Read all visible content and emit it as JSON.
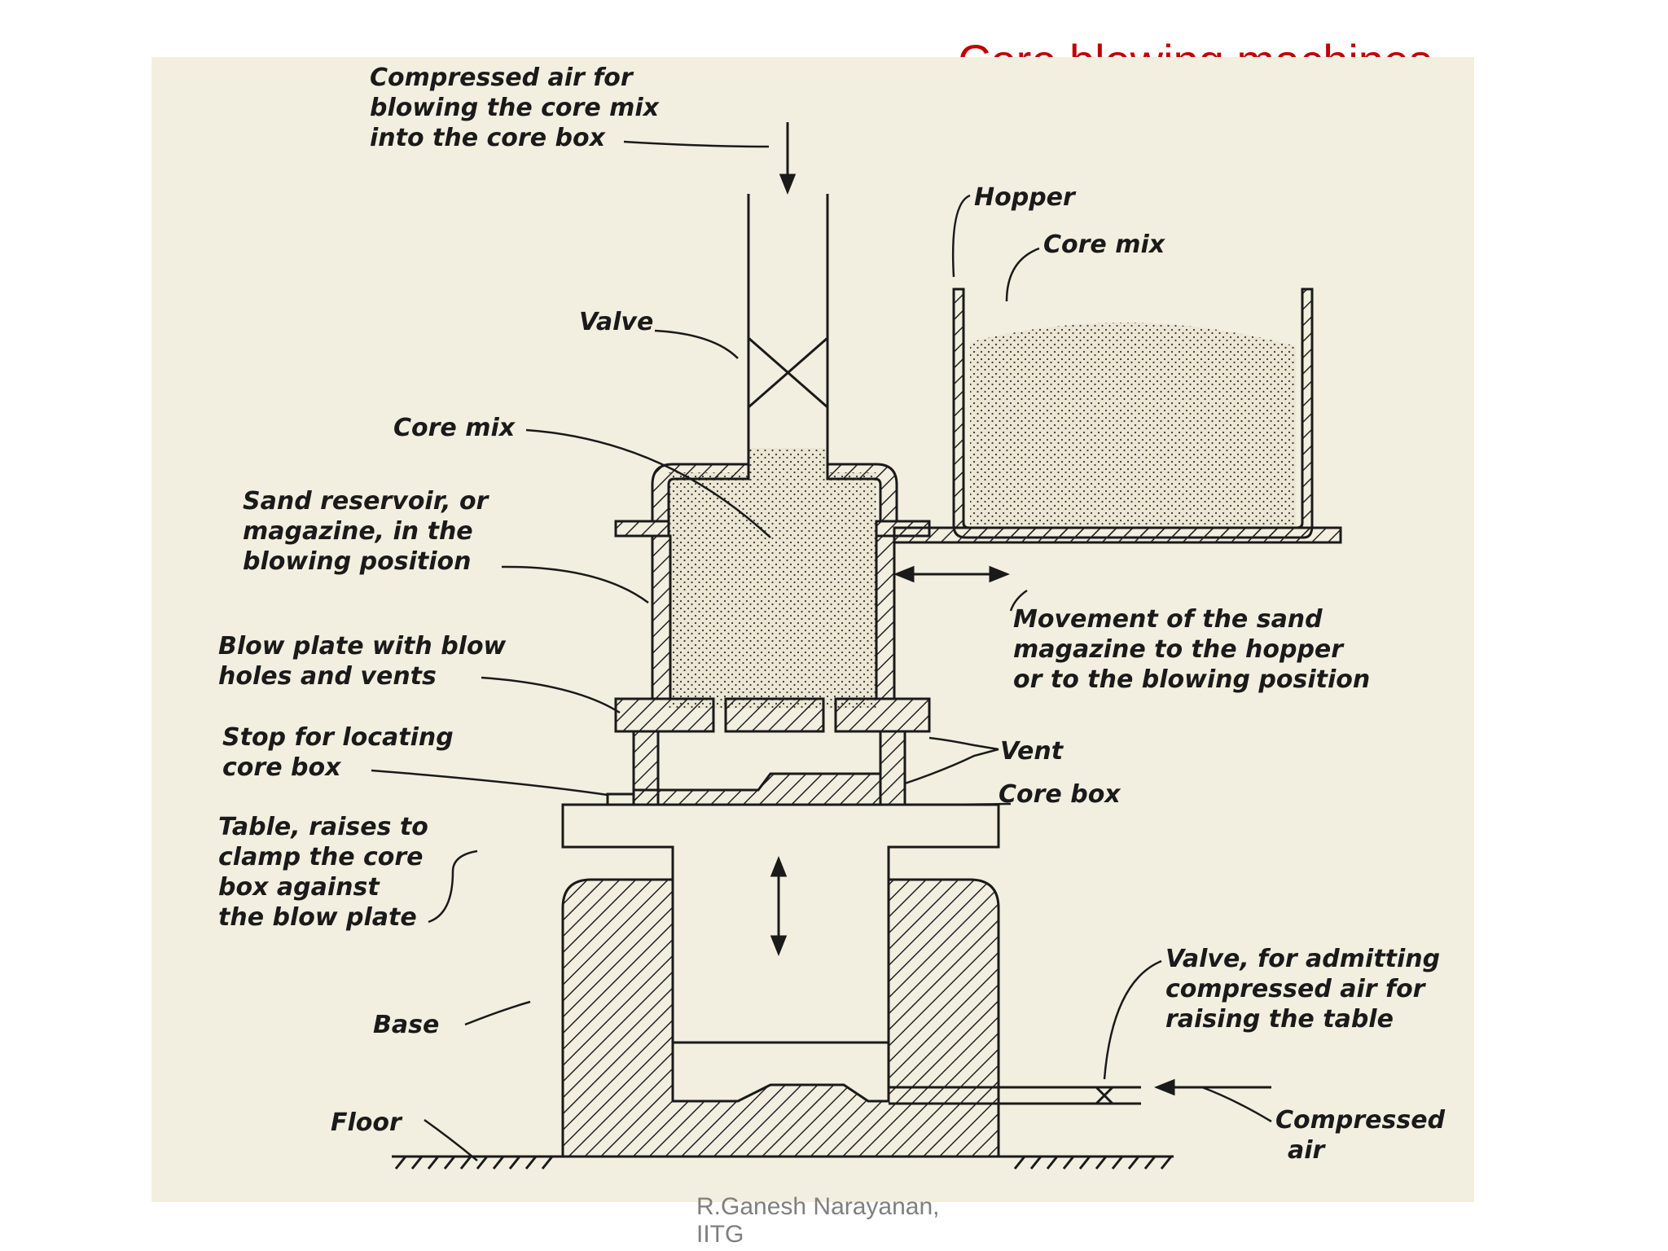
{
  "slide": {
    "title": "Core blowing machines",
    "footer_line1": "R.Ganesh Narayanan,",
    "footer_line2": "IITG"
  },
  "diagram": {
    "labels": {
      "compressed_air_top": [
        "Compressed air for",
        "blowing the core mix",
        "into the core box"
      ],
      "valve_top": "Valve",
      "core_mix_left": "Core mix",
      "sand_reservoir": [
        "Sand reservoir, or",
        "magazine, in the",
        "blowing position"
      ],
      "blow_plate": [
        "Blow plate with blow",
        "holes and vents"
      ],
      "stop": [
        "Stop for locating",
        "core box"
      ],
      "table": [
        "Table, raises to",
        "clamp the core",
        "box against",
        "the blow plate"
      ],
      "base": "Base",
      "floor": "Floor",
      "hopper": "Hopper",
      "core_mix_hopper": "Core mix",
      "movement": [
        "Movement of the sand",
        "magazine to the hopper",
        "or to the blowing position"
      ],
      "vent": "Vent",
      "core_box": "Core box",
      "valve_bottom": [
        "Valve, for admitting",
        "compressed air for",
        "raising the table"
      ],
      "compressed_air_bottom": [
        "Compressed",
        "air"
      ]
    }
  }
}
